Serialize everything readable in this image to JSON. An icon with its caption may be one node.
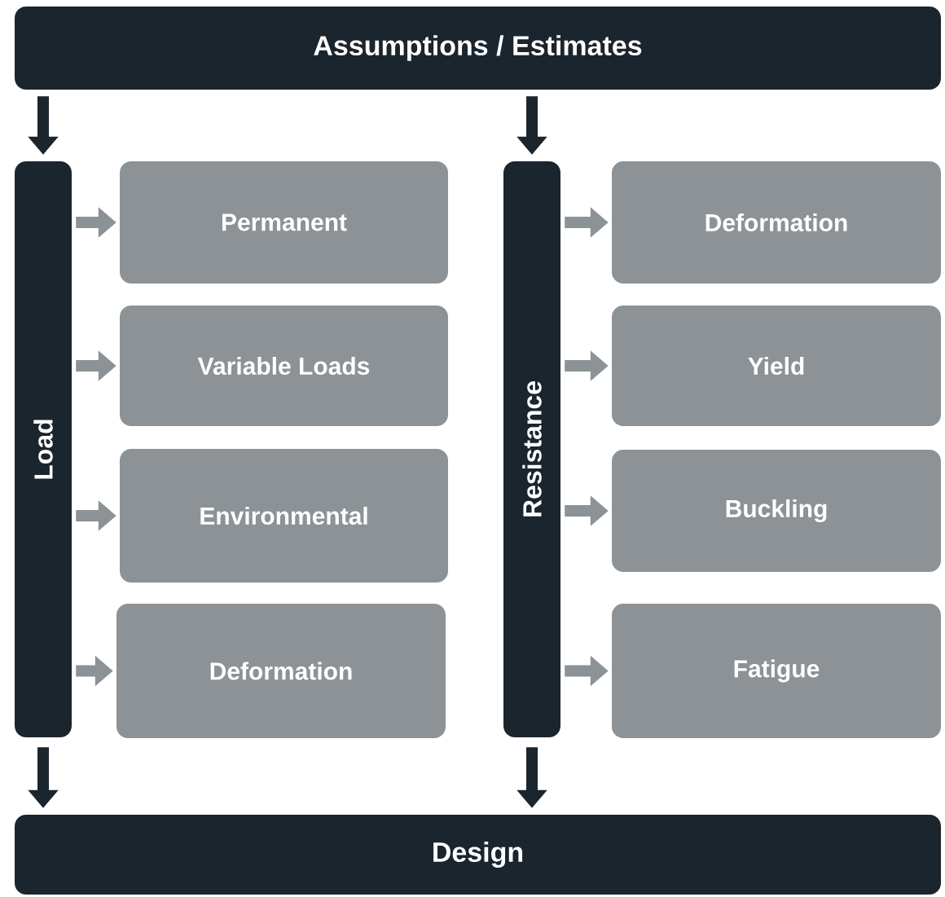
{
  "diagram": {
    "nodes": [
      {
        "text": [
          "Assumptions / Estimates"
        ]
      },
      {
        "text": [
          "Load"
        ]
      },
      {
        "text": [
          "Permanent"
        ]
      },
      {
        "text": [
          "Variable Loads"
        ]
      },
      {
        "text": [
          "Environmental"
        ]
      },
      {
        "text": [
          "Deformation"
        ]
      },
      {
        "text": [
          "Resistance"
        ]
      },
      {
        "text": [
          "Deformation"
        ]
      },
      {
        "text": [
          "Yield"
        ]
      },
      {
        "text": [
          "Buckling"
        ]
      },
      {
        "text": [
          "Fatigue"
        ]
      },
      {
        "text": [
          "Design"
        ]
      }
    ],
    "edges": [
      {
        "from": 0,
        "to": 1,
        "arrow": "to",
        "color": "#1b252e"
      },
      {
        "from": 0,
        "to": 6,
        "arrow": "to",
        "color": "#1b252e"
      },
      {
        "from": 1,
        "to": 2,
        "arrow": "to"
      },
      {
        "from": 1,
        "to": 3,
        "arrow": "to"
      },
      {
        "from": 1,
        "to": 4,
        "arrow": "to"
      },
      {
        "from": 1,
        "to": 5,
        "arrow": "to"
      },
      {
        "from": 6,
        "to": 7,
        "arrow": "to"
      },
      {
        "from": 6,
        "to": 8,
        "arrow": "to"
      },
      {
        "from": 6,
        "to": 9,
        "arrow": "to"
      },
      {
        "from": 6,
        "to": 10,
        "arrow": "to"
      },
      {
        "from": 1,
        "to": 11,
        "arrow": "to",
        "color": "#1b252e"
      },
      {
        "from": 6,
        "to": 11,
        "arrow": "to",
        "color": "#1b252e"
      }
    ]
  }
}
